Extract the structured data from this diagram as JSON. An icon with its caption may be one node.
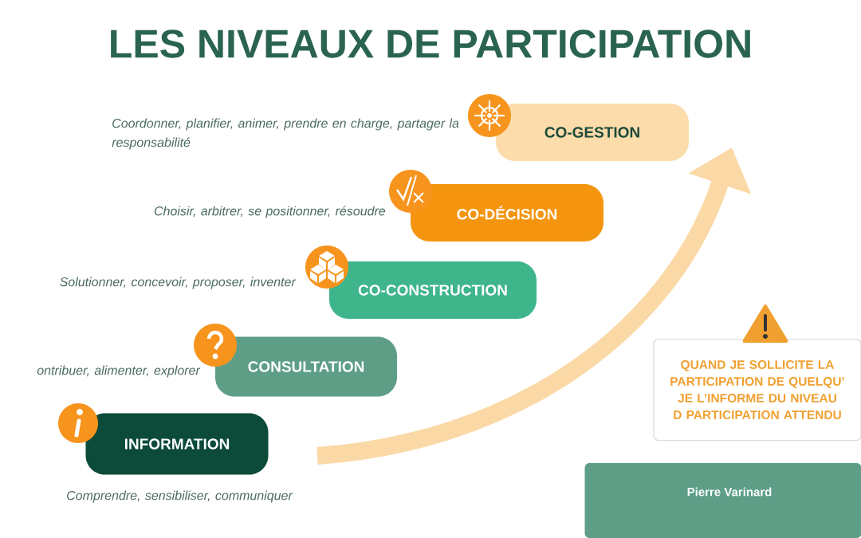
{
  "diagram": {
    "title": "LES NIVEAUX DE PARTICIPATION",
    "nodes": [
      {
        "text": [
          "CO-GESTION"
        ],
        "beside": [
          "Coordonner, planifier, animer, prendre en charge, partager la responsabilité"
        ]
      },
      {
        "text": [
          "CO-DÉCISION"
        ],
        "beside": [
          "Choisir, arbitrer, se positionner, résoudre"
        ]
      },
      {
        "text": [
          "CO-CONSTRUCTION"
        ],
        "beside": [
          "Solutionner, concevoir, proposer, inventer"
        ]
      },
      {
        "text": [
          "CONSULTATION"
        ],
        "beside": [
          "ontribuer, alimenter, explorer"
        ]
      },
      {
        "text": [
          "INFORMATION"
        ],
        "beside": [
          "Comprendre, sensibiliser, communiquer"
        ]
      },
      {
        "text": [
          "QUAND JE SOLLICITE LA PARTICIPATION DE QUELQU’ JE L’INFORME DU NIVEAU D PARTICIPATION ATTENDU"
        ]
      },
      {
        "text": [
          "Pierre Varinard"
        ]
      }
    ]
  }
}
